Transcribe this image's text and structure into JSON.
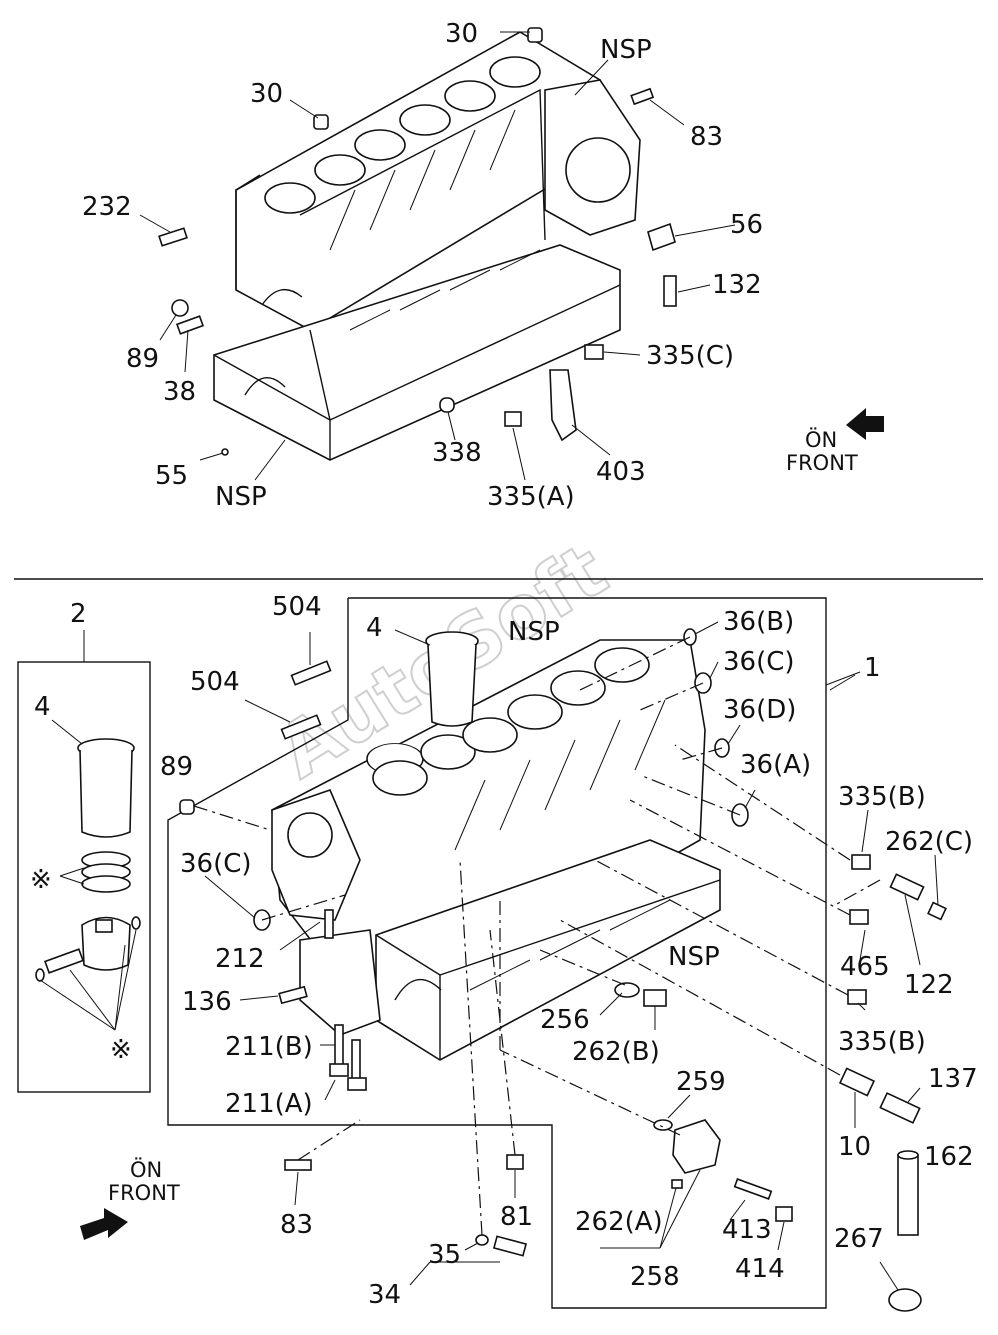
{
  "watermark": "AutoSoft",
  "top_section": {
    "labels": {
      "l30a": "30",
      "l30b": "30",
      "nsp_top": "NSP",
      "l83": "83",
      "l232": "232",
      "l56": "56",
      "l132": "132",
      "l89": "89",
      "l38": "38",
      "l335c": "335(C)",
      "l338": "338",
      "l403": "403",
      "l55": "55",
      "nsp_bottom": "NSP",
      "l335a": "335(A)"
    },
    "front_indicator": {
      "line1": "ÖN",
      "line2": "FRONT",
      "arrow_icon": "front-arrow-icon"
    }
  },
  "bottom_section": {
    "labels": {
      "l2": "2",
      "l4_kit": "4",
      "star1": "※",
      "star2": "※",
      "l504a": "504",
      "l504b": "504",
      "l4_main": "4",
      "nsp_main": "NSP",
      "l36b": "36(B)",
      "l36c_r": "36(C)",
      "l36d": "36(D)",
      "l36a": "36(A)",
      "l1": "1",
      "l89b": "89",
      "l36c_l": "36(C)",
      "l335b_1": "335(B)",
      "l262c": "262(C)",
      "l212": "212",
      "l136": "136",
      "l211b": "211(B)",
      "l211a": "211(A)",
      "nsp_side": "NSP",
      "l465": "465",
      "l122": "122",
      "l256": "256",
      "l262b": "262(B)",
      "l335b_2": "335(B)",
      "l259": "259",
      "l137": "137",
      "l10": "10",
      "l162": "162",
      "l83b": "83",
      "l81": "81",
      "l262a": "262(A)",
      "l413": "413",
      "l258": "258",
      "l414": "414",
      "l35": "35",
      "l34": "34",
      "l267": "267"
    },
    "front_indicator": {
      "line1": "ÖN",
      "line2": "FRONT",
      "arrow_icon": "front-arrow-icon"
    }
  }
}
